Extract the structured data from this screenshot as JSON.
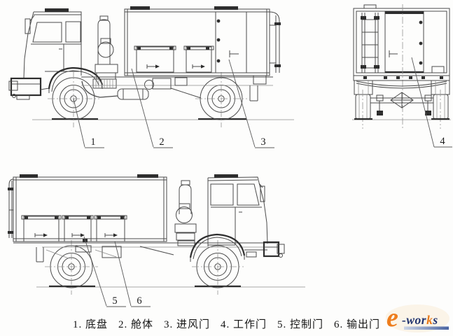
{
  "figure": {
    "description_visible_text_only": true,
    "line_color": "#4b4b4b",
    "background": "#fdfdfc"
  },
  "callouts": {
    "c1": "1",
    "c2": "2",
    "c3": "3",
    "c4": "4",
    "c5": "5",
    "c6": "6"
  },
  "legend": {
    "items": [
      "1. 底盘",
      "2. 舱体",
      "3. 进风门",
      "4. 工作门",
      "5. 控制门",
      "6. 输出门"
    ]
  },
  "logo": {
    "e": "e",
    "p1": "-wor",
    "p2": "k",
    "p3": "s",
    "colors": {
      "orange": "#ee7d1d",
      "navy": "#22346f",
      "bar_left": "#ccd5e6",
      "bar_right": "#4a64a1"
    }
  }
}
